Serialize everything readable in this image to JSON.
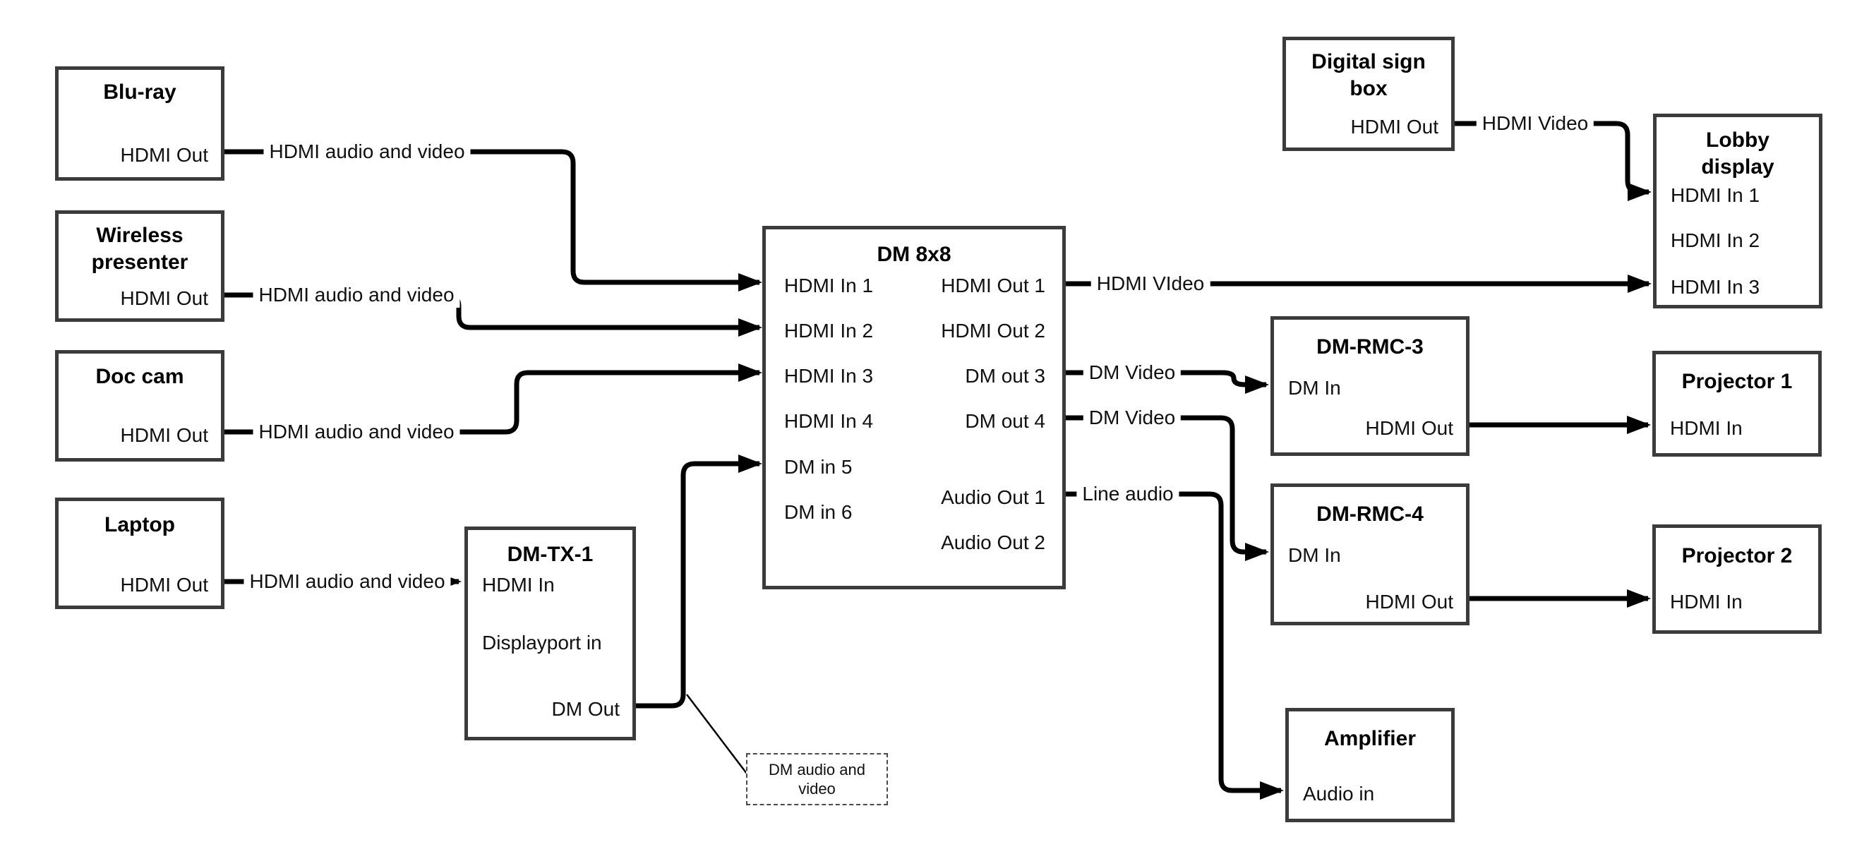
{
  "diagram": {
    "kind": "AV signal-flow diagram",
    "background": "#ffffff",
    "wire_color": "#000000",
    "box_border_color": "#3b3b3b"
  },
  "nodes": {
    "bluray": {
      "title": "Blu-ray",
      "ports": {
        "hdmi_out": "HDMI Out"
      }
    },
    "wireless": {
      "title": "Wireless presenter",
      "ports": {
        "hdmi_out": "HDMI Out"
      }
    },
    "doccam": {
      "title": "Doc cam",
      "ports": {
        "hdmi_out": "HDMI Out"
      }
    },
    "laptop": {
      "title": "Laptop",
      "ports": {
        "hdmi_out": "HDMI Out"
      }
    },
    "dmtx1": {
      "title": "DM-TX-1",
      "ports": {
        "hdmi_in": "HDMI In",
        "displayport_in": "Displayport in",
        "dm_out": "DM Out"
      }
    },
    "dm8x8": {
      "title": "DM 8x8",
      "ports": {
        "hdmi_in_1": "HDMI In 1",
        "hdmi_in_2": "HDMI In 2",
        "hdmi_in_3": "HDMI In 3",
        "hdmi_in_4": "HDMI In 4",
        "dm_in_5": "DM in 5",
        "dm_in_6": "DM in 6",
        "hdmi_out_1": "HDMI Out 1",
        "hdmi_out_2": "HDMI Out 2",
        "dm_out_3": "DM out 3",
        "dm_out_4": "DM out 4",
        "audio_out_1": "Audio Out 1",
        "audio_out_2": "Audio Out 2"
      }
    },
    "digitalsign": {
      "title": "Digital sign box",
      "ports": {
        "hdmi_out": "HDMI Out"
      }
    },
    "lobby": {
      "title": "Lobby display",
      "ports": {
        "hdmi_in_1": "HDMI In 1",
        "hdmi_in_2": "HDMI In 2",
        "hdmi_in_3": "HDMI In 3"
      }
    },
    "dmrmc3": {
      "title": "DM-RMC-3",
      "ports": {
        "dm_in": "DM In",
        "hdmi_out": "HDMI Out"
      }
    },
    "dmrmc4": {
      "title": "DM-RMC-4",
      "ports": {
        "dm_in": "DM In",
        "hdmi_out": "HDMI Out"
      }
    },
    "proj1": {
      "title": "Projector 1",
      "ports": {
        "hdmi_in": "HDMI In"
      }
    },
    "proj2": {
      "title": "Projector 2",
      "ports": {
        "hdmi_in": "HDMI In"
      }
    },
    "amplifier": {
      "title": "Amplifier",
      "ports": {
        "audio_in": "Audio in"
      }
    }
  },
  "connections": [
    {
      "from": "Blu-ray HDMI Out",
      "to": "DM 8x8 HDMI In 1",
      "label": "HDMI audio and video"
    },
    {
      "from": "Wireless presenter HDMI Out",
      "to": "DM 8x8 HDMI In 2",
      "label": "HDMI audio and video"
    },
    {
      "from": "Doc cam HDMI Out",
      "to": "DM 8x8 HDMI In 3",
      "label": "HDMI audio and video"
    },
    {
      "from": "Laptop HDMI Out",
      "to": "DM-TX-1 HDMI In",
      "label": "HDMI audio and video"
    },
    {
      "from": "DM-TX-1 DM Out",
      "to": "DM 8x8 DM in 5",
      "label": ""
    },
    {
      "from": "DM 8x8 HDMI Out 1",
      "to": "Lobby display HDMI In 3",
      "label": "HDMI VIdeo"
    },
    {
      "from": "DM 8x8 DM out 3",
      "to": "DM-RMC-3 DM In",
      "label": "DM Video"
    },
    {
      "from": "DM 8x8 DM out 4",
      "to": "DM-RMC-4 DM In",
      "label": "DM Video"
    },
    {
      "from": "DM 8x8 Audio Out 1",
      "to": "Amplifier Audio in",
      "label": "Line audio"
    },
    {
      "from": "Digital sign box HDMI Out",
      "to": "Lobby display HDMI In 1",
      "label": "HDMI Video"
    },
    {
      "from": "DM-RMC-3 HDMI Out",
      "to": "Projector 1 HDMI In",
      "label": ""
    },
    {
      "from": "DM-RMC-4 HDMI Out",
      "to": "Projector 2 HDMI In",
      "label": ""
    }
  ],
  "note": {
    "text": "DM audio and video",
    "attached_to": "DM-TX-1 DM Out wire"
  }
}
